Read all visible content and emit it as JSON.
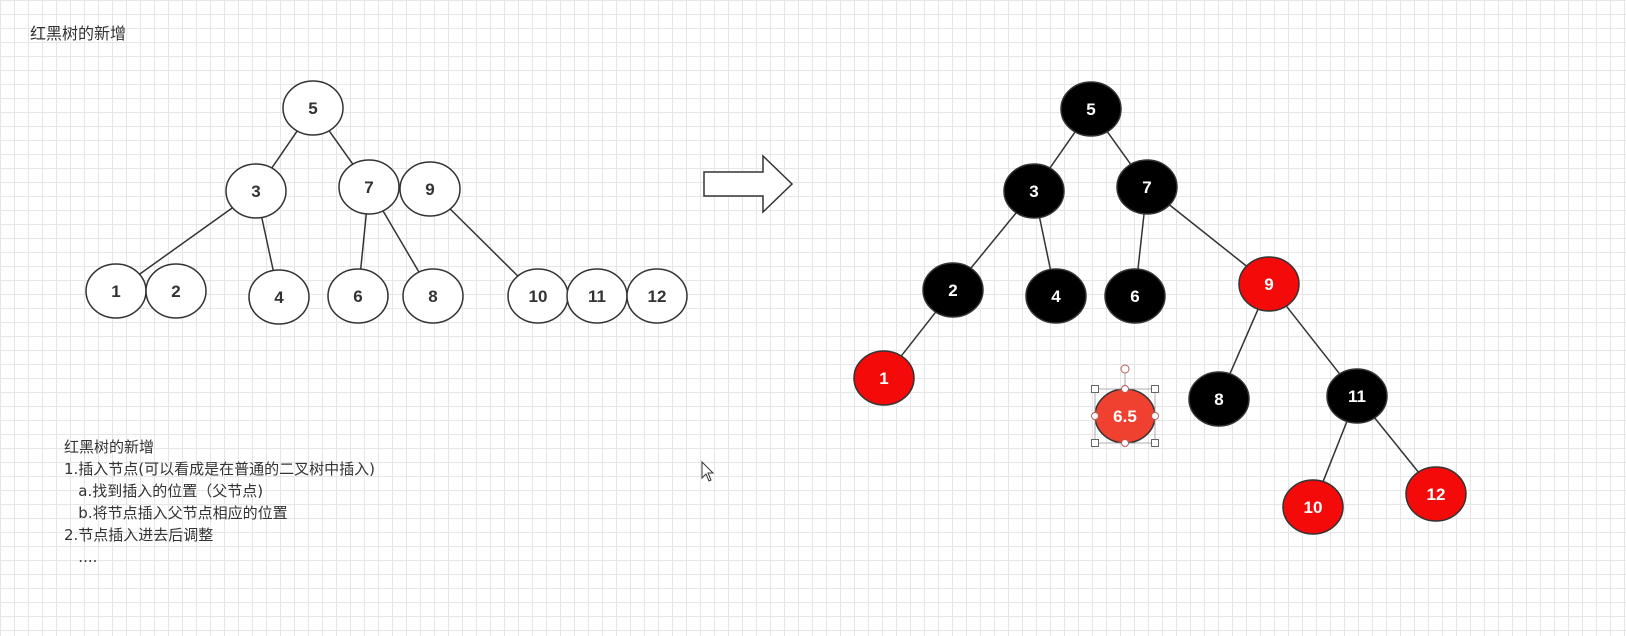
{
  "page_title": "红黑树的新增",
  "notes": {
    "lines": [
      "红黑树的新增",
      "1.插入节点(可以看成是在普通的二叉树中插入)",
      "   a.找到插入的位置（父节点)",
      "   b.将节点插入父节点相应的位置",
      "2.节点插入进去后调整",
      "   ...."
    ]
  },
  "colors": {
    "black_node": "#000000",
    "red_node": "#f50a0a",
    "selected_node": "#f0402f",
    "outline": "#333333",
    "selection_handle": "#b85c5c"
  },
  "left_tree": {
    "nodes": [
      {
        "id": "L5",
        "label": "5"
      },
      {
        "id": "L3",
        "label": "3"
      },
      {
        "id": "L7",
        "label": "7"
      },
      {
        "id": "L9",
        "label": "9"
      },
      {
        "id": "L1",
        "label": "1"
      },
      {
        "id": "L2",
        "label": "2"
      },
      {
        "id": "L4",
        "label": "4"
      },
      {
        "id": "L6",
        "label": "6"
      },
      {
        "id": "L8",
        "label": "8"
      },
      {
        "id": "L10",
        "label": "10"
      },
      {
        "id": "L11",
        "label": "11"
      },
      {
        "id": "L12",
        "label": "12"
      }
    ],
    "edges": [
      [
        "L5",
        "L3"
      ],
      [
        "L5",
        "L7"
      ],
      [
        "L3",
        "L1"
      ],
      [
        "L3",
        "L4"
      ],
      [
        "L7",
        "L6"
      ],
      [
        "L7",
        "L8"
      ],
      [
        "L9",
        "L10"
      ]
    ]
  },
  "right_tree": {
    "nodes": [
      {
        "id": "R5",
        "label": "5",
        "color": "black"
      },
      {
        "id": "R3",
        "label": "3",
        "color": "black"
      },
      {
        "id": "R7",
        "label": "7",
        "color": "black"
      },
      {
        "id": "R2",
        "label": "2",
        "color": "black"
      },
      {
        "id": "R4",
        "label": "4",
        "color": "black"
      },
      {
        "id": "R6",
        "label": "6",
        "color": "black"
      },
      {
        "id": "R9",
        "label": "9",
        "color": "red"
      },
      {
        "id": "R1",
        "label": "1",
        "color": "red"
      },
      {
        "id": "R6_5",
        "label": "6.5",
        "color": "selected"
      },
      {
        "id": "R8",
        "label": "8",
        "color": "black"
      },
      {
        "id": "R11",
        "label": "11",
        "color": "black"
      },
      {
        "id": "R10",
        "label": "10",
        "color": "red"
      },
      {
        "id": "R12",
        "label": "12",
        "color": "red"
      }
    ],
    "edges": [
      [
        "R5",
        "R3"
      ],
      [
        "R5",
        "R7"
      ],
      [
        "R3",
        "R2"
      ],
      [
        "R3",
        "R4"
      ],
      [
        "R7",
        "R6"
      ],
      [
        "R7",
        "R9"
      ],
      [
        "R2",
        "R1"
      ],
      [
        "R9",
        "R8"
      ],
      [
        "R9",
        "R11"
      ],
      [
        "R11",
        "R10"
      ],
      [
        "R11",
        "R12"
      ]
    ],
    "selected_node": "R6_5"
  },
  "icons": {
    "arrow": "right-arrow-icon",
    "cursor": "mouse-cursor-icon"
  }
}
